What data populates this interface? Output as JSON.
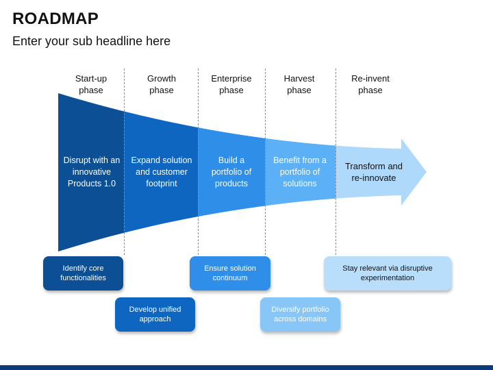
{
  "header": {
    "title": "ROADMAP",
    "subtitle": "Enter your sub headline here"
  },
  "phases": [
    {
      "label": "Start-up\nphase",
      "text": "Disrupt with an innovative Products 1.0",
      "color": "#0d4f94"
    },
    {
      "label": "Growth\nphase",
      "text": "Expand solution and customer footprint",
      "color": "#0e66c0"
    },
    {
      "label": "Enterprise\nphase",
      "text": "Build a portfolio of products",
      "color": "#2f8fe8"
    },
    {
      "label": "Harvest\nphase",
      "text": "Benefit from a portfolio of solutions",
      "color": "#5cb0f5"
    },
    {
      "label": "Re-invent\nphase",
      "text": "Transform and re-innovate",
      "color": "#aed9fb"
    }
  ],
  "milestones": [
    {
      "text": "Identify core functionalities",
      "color": "#0d4f94"
    },
    {
      "text": "Develop unified approach",
      "color": "#0e66c0"
    },
    {
      "text": "Ensure solution continuum",
      "color": "#2f8fe8"
    },
    {
      "text": "Diversify portfolio across domains",
      "color": "#88c6f7"
    },
    {
      "text": "Stay relevant via disruptive experimentation",
      "color": "#b8defc"
    }
  ]
}
